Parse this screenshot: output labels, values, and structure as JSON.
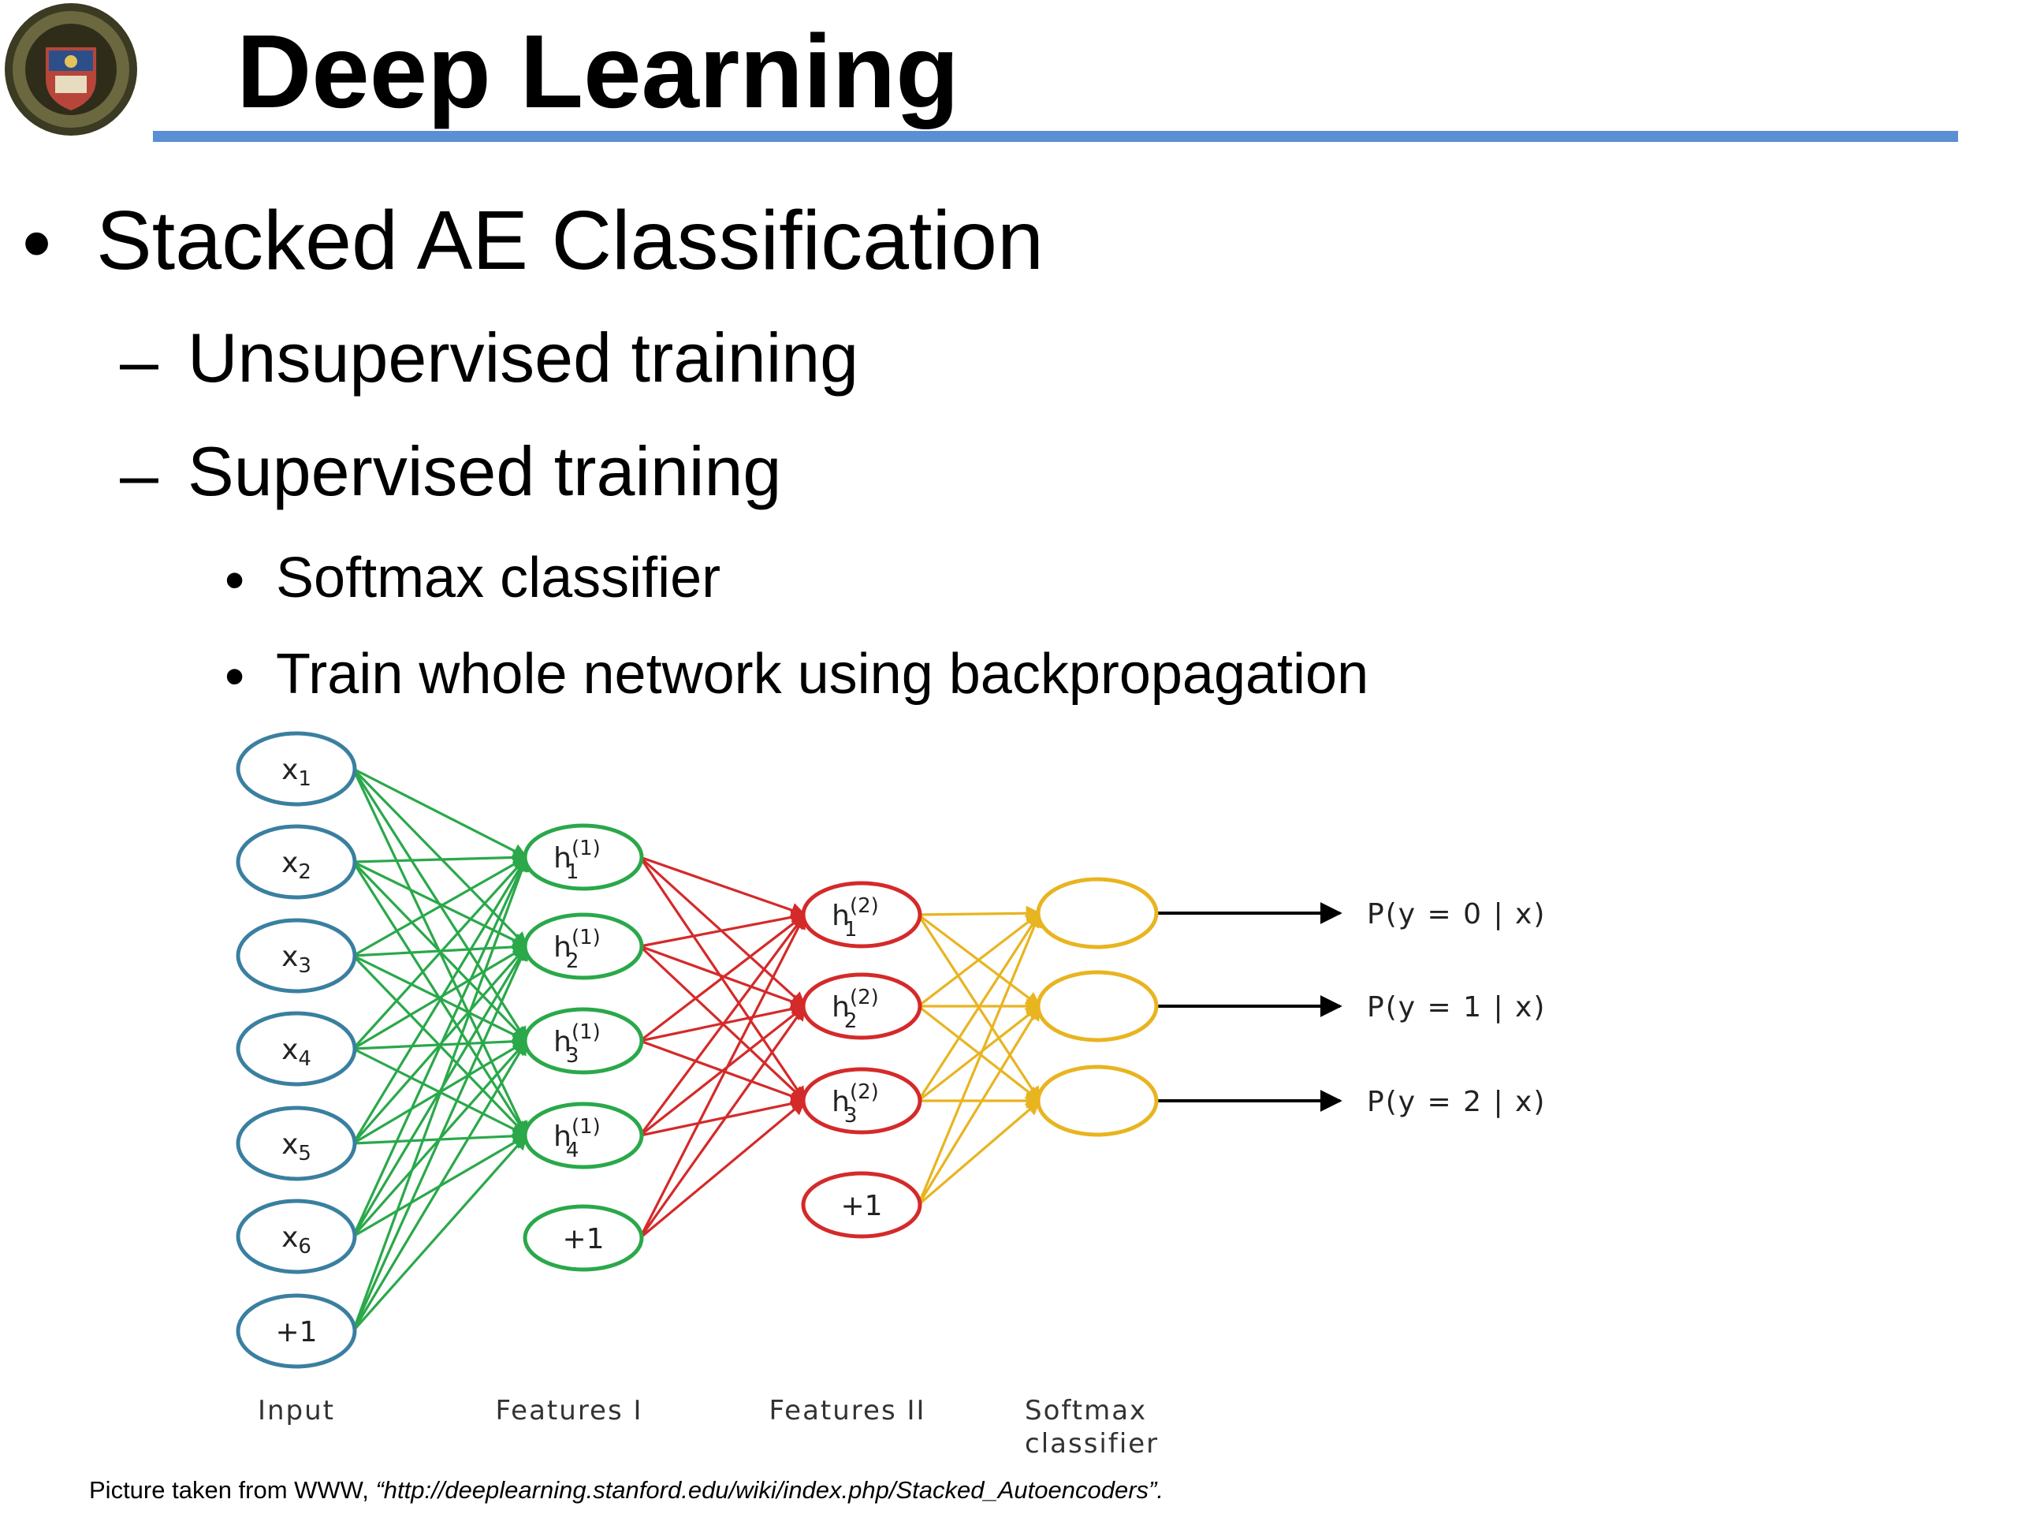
{
  "slide": {
    "title": "Deep Learning",
    "accent_color": "#5b8fd3",
    "seal_icon": "university-seal",
    "bullets": {
      "level1": "Stacked AE Classification",
      "unsupervised": "Unsupervised training",
      "supervised": "Supervised training",
      "softmax": "Softmax classifier",
      "train_whole": "Train whole network using backpropagation"
    },
    "caption": {
      "prefix": "Picture taken from WWW, ",
      "source": "“http://deeplearning.stanford.edu/wiki/index.php/Stacked_Autoencoders”."
    }
  },
  "diagram": {
    "colors": {
      "input": "#3a7fa0",
      "features1": "#2aa84a",
      "features2": "#d42a2a",
      "softmax": "#e8b420",
      "output_arrow": "#000000"
    },
    "layers": [
      {
        "name": "Input",
        "nodes": [
          {
            "base": "x",
            "sub": "1"
          },
          {
            "base": "x",
            "sub": "2"
          },
          {
            "base": "x",
            "sub": "3"
          },
          {
            "base": "x",
            "sub": "4"
          },
          {
            "base": "x",
            "sub": "5"
          },
          {
            "base": "x",
            "sub": "6"
          },
          {
            "base": "+1"
          }
        ]
      },
      {
        "name": "Features I",
        "nodes": [
          {
            "base": "h",
            "sub": "1",
            "sup": "(1)"
          },
          {
            "base": "h",
            "sub": "2",
            "sup": "(1)"
          },
          {
            "base": "h",
            "sub": "3",
            "sup": "(1)"
          },
          {
            "base": "h",
            "sub": "4",
            "sup": "(1)"
          },
          {
            "base": "+1"
          }
        ]
      },
      {
        "name": "Features II",
        "nodes": [
          {
            "base": "h",
            "sub": "1",
            "sup": "(2)"
          },
          {
            "base": "h",
            "sub": "2",
            "sup": "(2)"
          },
          {
            "base": "h",
            "sub": "3",
            "sup": "(2)"
          },
          {
            "base": "+1"
          }
        ]
      },
      {
        "name": "Softmax",
        "name_line2": "classifier",
        "nodes": [
          {
            "base": ""
          },
          {
            "base": ""
          },
          {
            "base": ""
          }
        ]
      }
    ],
    "outputs": [
      "P(y = 0 | x)",
      "P(y = 1 | x)",
      "P(y = 2 | x)"
    ]
  }
}
